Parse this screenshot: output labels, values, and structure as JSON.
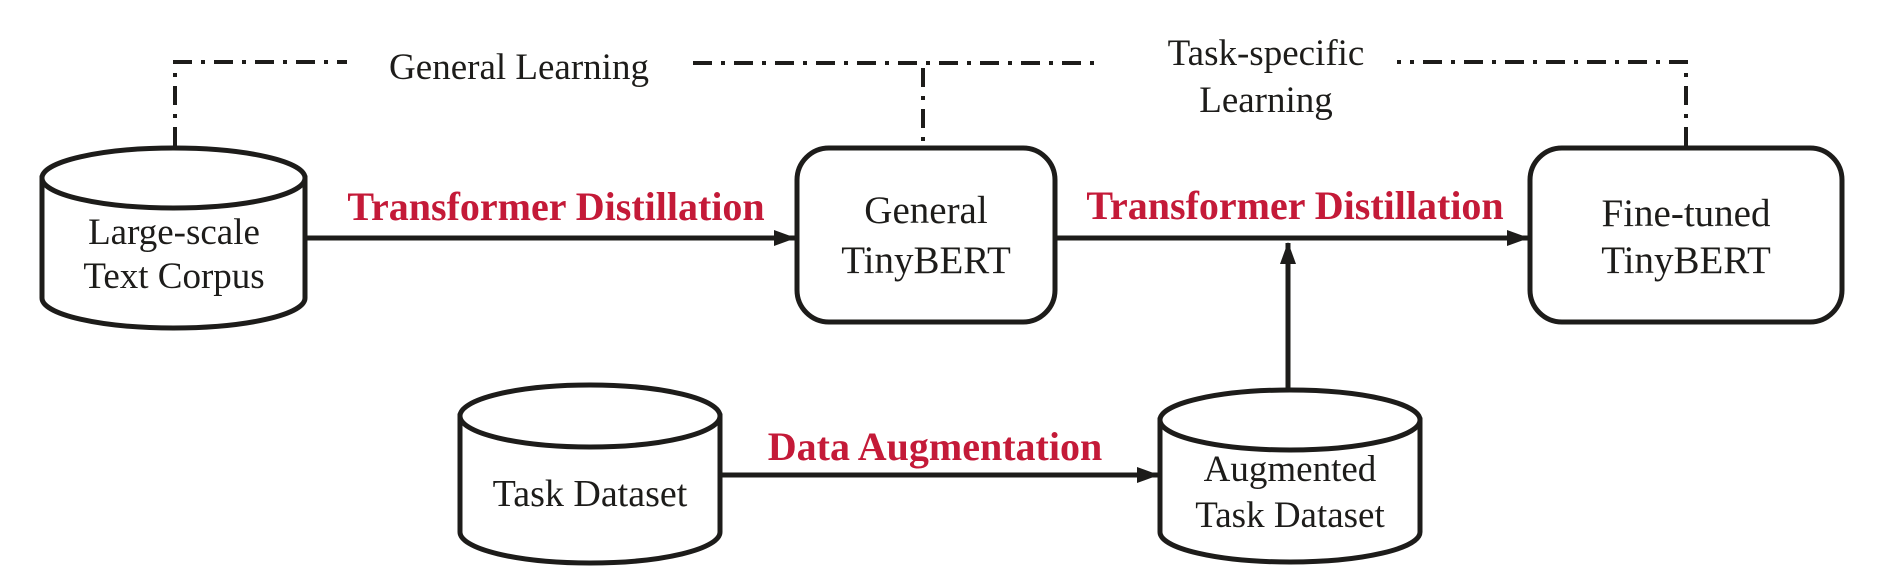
{
  "figure": {
    "phases": {
      "general_learning": "General Learning",
      "task_specific_line1": "Task-specific",
      "task_specific_line2": "Learning"
    },
    "nodes": {
      "corpus": {
        "line1": "Large-scale",
        "line2": "Text Corpus"
      },
      "general_tinybert": {
        "line1": "General",
        "line2": "TinyBERT"
      },
      "finetuned_tinybert": {
        "line1": "Fine-tuned",
        "line2": "TinyBERT"
      },
      "task_dataset": {
        "line1": "Task Dataset"
      },
      "augmented_task_dataset": {
        "line1": "Augmented",
        "line2": "Task Dataset"
      }
    },
    "edge_labels": {
      "distillation_1": "Transformer Distillation",
      "distillation_2": "Transformer Distillation",
      "augmentation": "Data Augmentation"
    },
    "colors": {
      "background": "#ffffff",
      "ink": "#1d1c1a",
      "accent_red": "#c41a38"
    }
  }
}
